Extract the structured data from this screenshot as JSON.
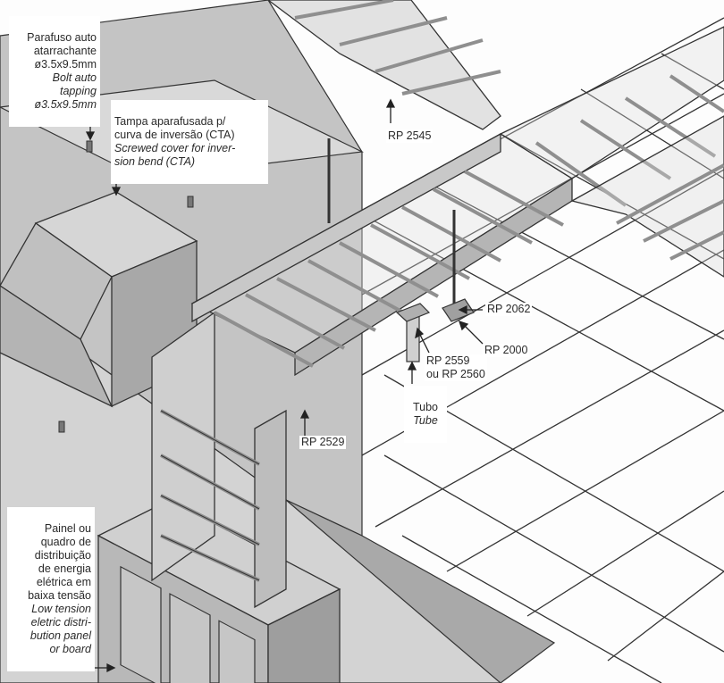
{
  "labels": {
    "bolt": {
      "pt": "Parafuso auto\natarrachante\nø3.5x9.5mm",
      "en": "Bolt auto\ntapping\nø3.5x9.5mm"
    },
    "cover": {
      "pt": "Tampa aparafusada p/\ncurva de inversão (CTA)",
      "en": "Screwed cover for inver-\nsion bend (CTA)"
    },
    "panel": {
      "pt": "Painel ou\nquadro de\ndistribuição\nde energia\nelétrica em\nbaixa tensão",
      "en": "Low tension\neletric distri-\nbution panel\nor board"
    },
    "tube": {
      "pt": "Tubo",
      "en": "Tube"
    },
    "rp2545": "RP 2545",
    "rp2062": "RP 2062",
    "rp2000": "RP 2000",
    "rp2559": "RP 2559\nou RP 2560",
    "rp2529": "RP 2529"
  },
  "colors": {
    "line": "#333333",
    "wall_light": "#d6d6d6",
    "wall_mid": "#b9b9b9",
    "wall_dark": "#9a9a9a",
    "tray": "#c8c8c8",
    "tray_dark": "#a6a6a6",
    "floor": "#ffffff"
  }
}
